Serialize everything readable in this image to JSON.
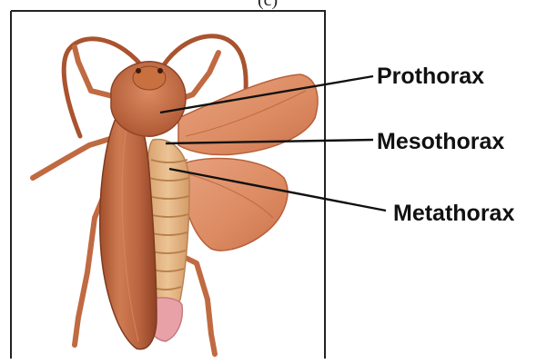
{
  "figure": {
    "caption_fragment": "(c)",
    "labels": {
      "prothorax": "Prothorax",
      "mesothorax": "Mesothorax",
      "metathorax": "Metathorax"
    }
  },
  "colors": {
    "wing_orange": "#dd8c63",
    "wing_dark": "#b6643e",
    "body_tan": "#e2b27d",
    "head_brown": "#c97047",
    "leg_brown": "#c46c45",
    "abdomen_pink": "#e7a0a6",
    "line_black": "#111111",
    "frame_black": "#222222"
  }
}
